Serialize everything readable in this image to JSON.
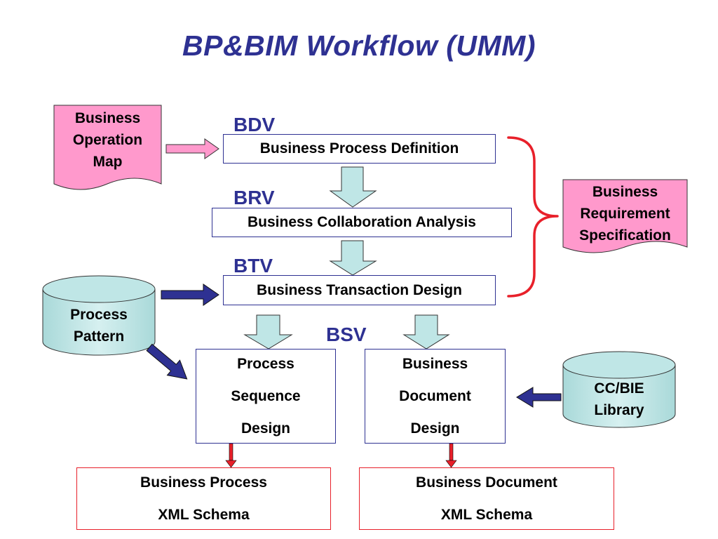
{
  "title": "BP&BIM Workflow (UMM)",
  "views": {
    "bdv": "BDV",
    "brv": "BRV",
    "btv": "BTV",
    "bsv": "BSV"
  },
  "steps": {
    "business_process_definition": "Business Process Definition",
    "business_collaboration_analysis": "Business Collaboration Analysis",
    "business_transaction_design": "Business Transaction Design",
    "process_sequence_design": [
      "Process",
      "Sequence",
      "Design"
    ],
    "business_document_design": [
      "Business",
      "Document",
      "Design"
    ]
  },
  "inputs": {
    "business_operation_map": [
      "Business",
      "Operation",
      "Map"
    ],
    "process_pattern": [
      "Process",
      "Pattern"
    ],
    "cc_bie_library": [
      "CC/BIE",
      "Library"
    ]
  },
  "business_requirement_specification": [
    "Business",
    "Requirement",
    "Specification"
  ],
  "outputs": {
    "business_process_xml_schema": [
      "Business Process",
      "XML Schema"
    ],
    "business_document_xml_schema": [
      "Business Document",
      "XML Schema"
    ]
  },
  "colors": {
    "title_blue": "#2E3192",
    "box_border_blue": "#2E3192",
    "document_pink": "#FF99CC",
    "cylinder_teal": "#BFE6E6",
    "down_arrow_fill": "#BFE6E6",
    "dark_arrow": "#2E3192",
    "red": "#E8202A"
  }
}
